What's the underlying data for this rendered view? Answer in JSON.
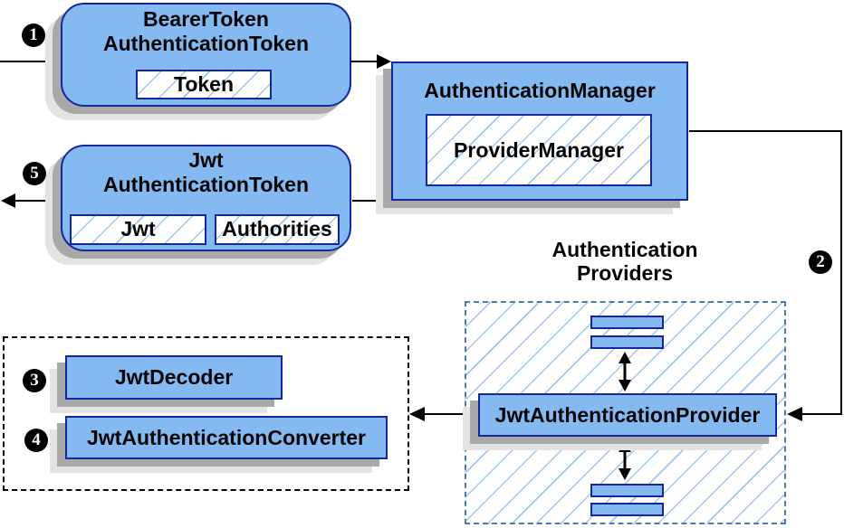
{
  "colors": {
    "box_fill": "#84b9f2",
    "box_border": "#12289c",
    "hatch_line": "#9fc6ee",
    "shadow_dark": "#a9a9a9",
    "shadow_light": "#e3e3e3",
    "dashed_blue": "#4a7ab5",
    "arrow_black": "#000000"
  },
  "nodes": {
    "bearer_token": {
      "title_line1": "BearerToken",
      "title_line2": "AuthenticationToken",
      "field_token": "Token"
    },
    "authentication_manager": {
      "title": "AuthenticationManager",
      "inner": "ProviderManager"
    },
    "jwt_authentication_token": {
      "title_line1": "Jwt",
      "title_line2": "AuthenticationToken",
      "field_jwt": "Jwt",
      "field_authorities": "Authorities"
    },
    "providers_group": {
      "label_line1": "Authentication",
      "label_line2": "Providers",
      "provider": "JwtAuthenticationProvider"
    },
    "decoder_group": {
      "decoder": "JwtDecoder",
      "converter": "JwtAuthenticationConverter"
    }
  },
  "steps": {
    "s1": "1",
    "s2": "2",
    "s3": "3",
    "s4": "4",
    "s5": "5"
  }
}
